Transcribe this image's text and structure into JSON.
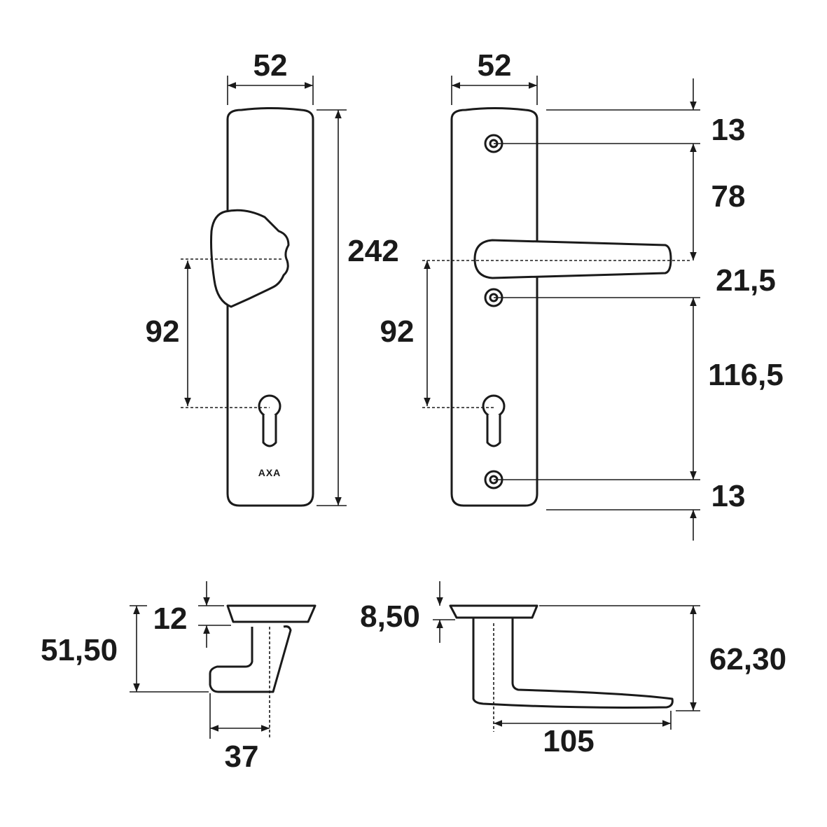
{
  "front_view_left": {
    "width": "52",
    "height": "242",
    "center_distance": "92",
    "logo": "AXA"
  },
  "front_view_right": {
    "width": "52",
    "center_distance": "92",
    "segments": [
      "13",
      "78",
      "21,5",
      "116,5",
      "13"
    ]
  },
  "side_view_knob": {
    "rosette_thickness": "12",
    "projection": "51,50",
    "offset": "37"
  },
  "side_view_lever": {
    "rosette_thickness": "8,50",
    "projection": "62,30",
    "length": "105"
  }
}
